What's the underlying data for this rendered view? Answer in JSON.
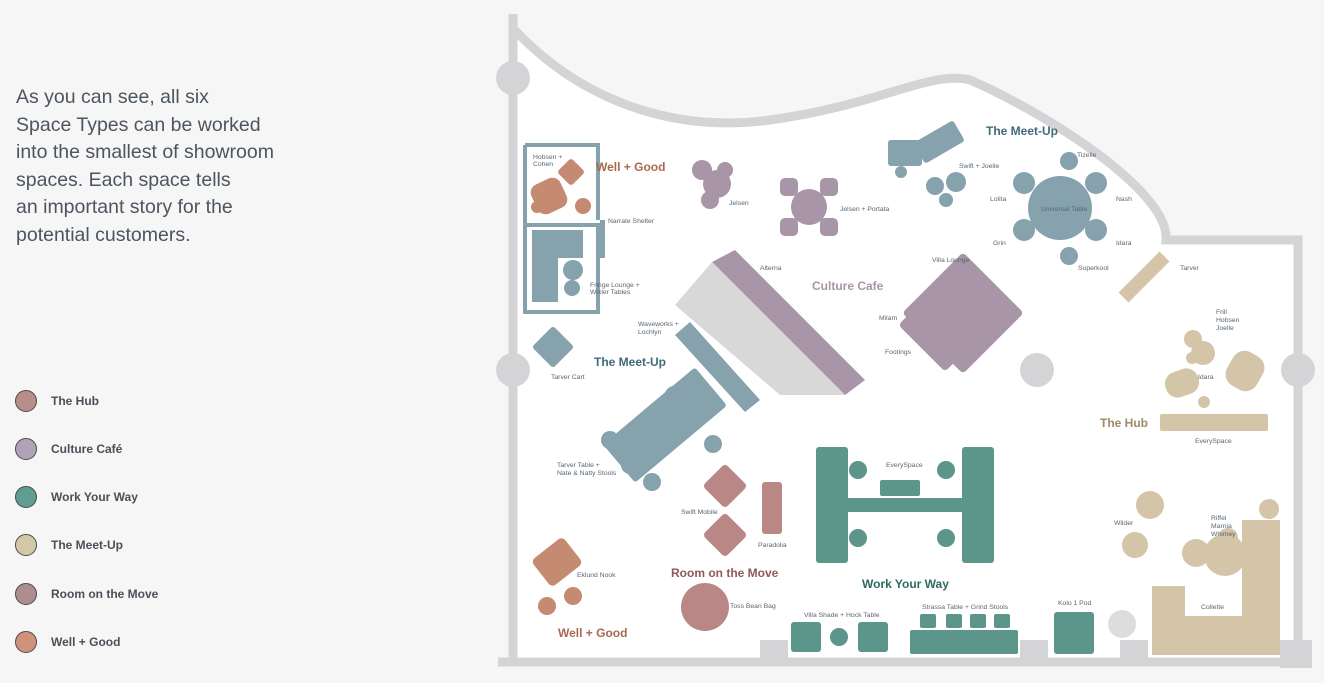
{
  "intro": {
    "lines": [
      "As you can see, all six",
      "Space Types can be worked",
      "into the smallest of showroom",
      "spaces. Each space tells",
      "an important story for the",
      "potential customers."
    ]
  },
  "legend": [
    {
      "label": "The Hub",
      "color": "#b78f88"
    },
    {
      "label": "Culture Café",
      "color": "#b2a2b8"
    },
    {
      "label": "Work Your Way",
      "color": "#5f9c92"
    },
    {
      "label": "The Meet-Up",
      "color": "#d3c8a6"
    },
    {
      "label": "Room on the Move",
      "color": "#ae8d8d"
    },
    {
      "label": "Well + Good",
      "color": "#d0927a"
    }
  ],
  "colors": {
    "wall": "#d4d4d6",
    "floor": "#ffffff",
    "meetup_blue": "#86a2ad",
    "culture_purple": "#a895a8",
    "work_green": "#5c958a",
    "hub_beige": "#d4c4a8",
    "well_orange": "#c48a72",
    "move_rose": "#b98886",
    "zone_blue_text": "#3f6a79",
    "zone_brown_text": "#a66a50",
    "zone_hub_text": "#a08a66",
    "zone_green_text": "#2f6b61",
    "zone_move_text": "#8f5a55"
  },
  "plan": {
    "zones": {
      "meetup_top": "The Meet-Up",
      "well_top": "Well + Good",
      "culture": "Culture Cafe",
      "meetup_mid": "The Meet-Up",
      "hub": "The Hub",
      "move": "Room on the Move",
      "work": "Work Your Way",
      "well_bottom": "Well + Good"
    },
    "labels": {
      "hobsen_1": "Hobsen +",
      "hobsen_2": "Cohen",
      "narrate": "Narrate Shelter",
      "fringe_1": "Fringe Lounge +",
      "fringe_2": "Wixler Tables",
      "jelsen": "Jelsen",
      "jelsen_portata": "Jelsen + Portata",
      "swift_joelle": "Swift + Joelle",
      "tizelle": "Tizelle",
      "lolita": "Lolita",
      "universal": "Universal Table",
      "nash": "Nash",
      "grin": "Grin",
      "idara_top": "Idara",
      "superkool": "Superkool",
      "alterna": "Alterna",
      "villa_lounge": "Villa Lounge",
      "milam": "Milam",
      "footings": "Footings",
      "waveworks_1": "Waveworks +",
      "waveworks_2": "Lochlyn",
      "tarver_cart": "Tarver Cart",
      "tarver": "Tarver",
      "frill_1": "Frill",
      "frill_2": "Hobsen",
      "frill_3": "Joelle",
      "idara_hub": "Idara",
      "everyspace_hub": "EverySpace",
      "tarver_table_1": "Tarver Table +",
      "tarver_table_2": "Nate & Natty Stools",
      "swift_mobile": "Swift Mobile",
      "paradolia": "Paradolia",
      "everyspace_work": "EverySpace",
      "eklund": "Eklund Nook",
      "toss": "Toss Bean Bag",
      "villa_shade": "Villa Shade + Hock Table",
      "strassa": "Strassa Table + Grind Stools",
      "kolo": "Kolo 1 Pod",
      "wilder": "Wilder",
      "riffel_1": "Riffel",
      "riffel_2": "Marnia",
      "riffel_3": "Whimey",
      "collette": "Collette"
    }
  }
}
